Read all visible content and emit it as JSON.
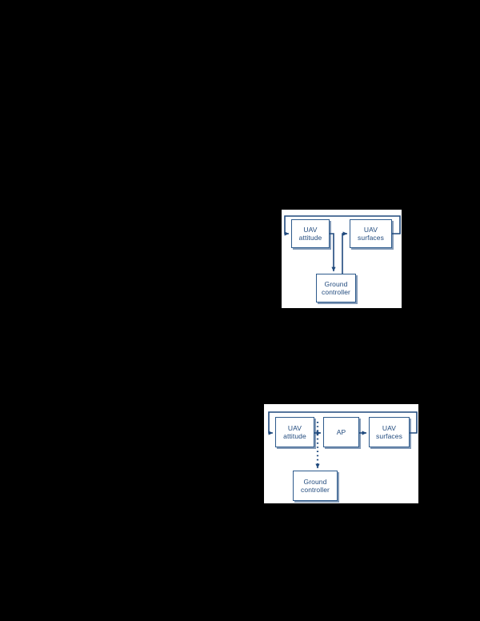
{
  "page": {
    "background_color": "#000000",
    "figure_count": 2
  },
  "palette": {
    "box_border": "#2d5a8c",
    "box_fill": "#ffffff",
    "text": "#1f497d",
    "connector": "#1f497d",
    "panel_fill": "#ffffff",
    "page_background": "#000000"
  },
  "figures": [
    {
      "id": "figure-top",
      "name": "uav-manual-control-loop",
      "nodes": [
        {
          "id": "uav-attitude",
          "line1": "UAV",
          "line2": "attitude"
        },
        {
          "id": "uav-surfaces",
          "line1": "UAV",
          "line2": "surfaces"
        },
        {
          "id": "ground-controller",
          "line1": "Ground",
          "line2": "controller"
        }
      ],
      "edges": [
        {
          "from": "uav-attitude",
          "to": "ground-controller",
          "style": "solid"
        },
        {
          "from": "ground-controller",
          "to": "uav-surfaces",
          "style": "solid"
        },
        {
          "from": "uav-surfaces",
          "to": "uav-attitude",
          "style": "solid",
          "kind": "feedback"
        }
      ]
    },
    {
      "id": "figure-bottom",
      "name": "uav-autopilot-control-loop",
      "nodes": [
        {
          "id": "uav-attitude",
          "line1": "UAV",
          "line2": "attitude"
        },
        {
          "id": "autopilot",
          "line1": "AP",
          "line2": ""
        },
        {
          "id": "uav-surfaces",
          "line1": "UAV",
          "line2": "surfaces"
        },
        {
          "id": "ground-controller",
          "line1": "Ground",
          "line2": "controller"
        }
      ],
      "edges": [
        {
          "from": "uav-attitude",
          "to": "autopilot",
          "style": "solid"
        },
        {
          "from": "autopilot",
          "to": "uav-surfaces",
          "style": "solid"
        },
        {
          "from": "uav-surfaces",
          "to": "uav-attitude",
          "style": "solid",
          "kind": "feedback"
        },
        {
          "from": "uav-attitude",
          "to": "ground-controller",
          "style": "dotted"
        }
      ]
    }
  ]
}
